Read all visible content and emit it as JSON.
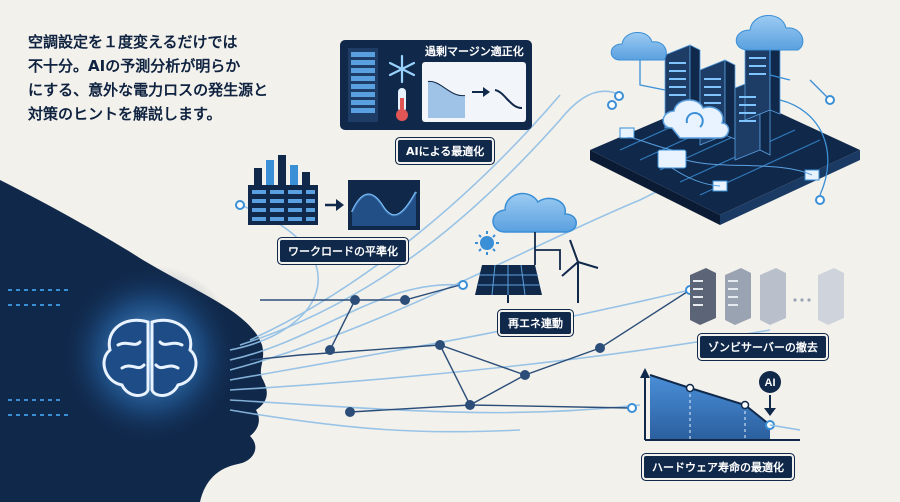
{
  "intro": {
    "text": "空調設定を１度変えるだけでは\n不十分。AIの予測分析が明らか\nにする、意外な電力ロスの発生源と\n対策のヒントを解説します。"
  },
  "cards": {
    "cooling_title": "過剰マージン適正化"
  },
  "labels": {
    "ai_optimization": "AIによる最適化",
    "workload": "ワークロードの平準化",
    "renewables": "再エネ連動",
    "zombie": "ゾンビサーバーの撤去",
    "hardware": "ハードウェア寿命の最適化"
  },
  "badges": {
    "ai": "AI"
  },
  "icons": [
    "brain-icon",
    "snowflake-icon",
    "thermometer-icon",
    "cloud-icon",
    "sun-icon",
    "solar-panel-icon",
    "wind-turbine-icon",
    "server-rack-icon"
  ],
  "colors": {
    "navy": "#10284a",
    "accent": "#3a8fd6",
    "light_blue": "#7fb9e8",
    "background": "#f3f1ec"
  }
}
